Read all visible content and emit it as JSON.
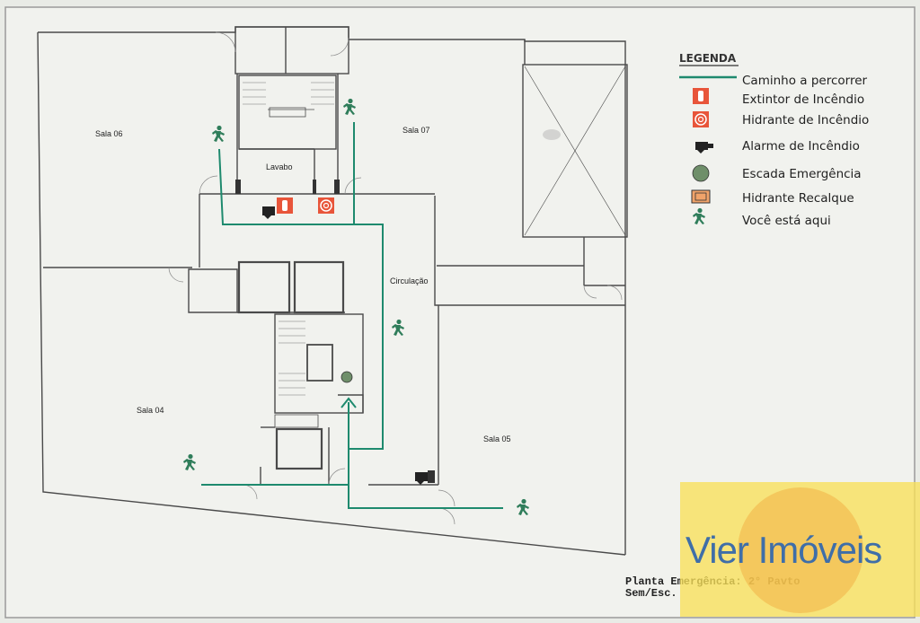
{
  "rooms": {
    "sala06": "Sala 06",
    "sala07": "Sala 07",
    "sala04": "Sala 04",
    "sala05": "Sala 05",
    "lavabo": "Lavabo",
    "circulacao": "Circulação"
  },
  "legend": {
    "title": "LEGENDA",
    "items": [
      {
        "label": "Caminho a percorrer",
        "icon": "route-line-icon"
      },
      {
        "label": "Extintor de Incêndio",
        "icon": "extinguisher-icon"
      },
      {
        "label": "Hidrante de Incêndio",
        "icon": "hydrant-icon"
      },
      {
        "label": "Alarme de Incêndio",
        "icon": "alarm-icon"
      },
      {
        "label": "Escada Emergência",
        "icon": "emergency-stair-icon"
      },
      {
        "label": "Hidrante Recalque",
        "icon": "hydrant-recalque-icon"
      },
      {
        "label": "Você está aqui",
        "icon": "you-are-here-icon"
      }
    ]
  },
  "plan": {
    "title_line1": "Planta Emergência: 2° Pavto",
    "title_line2": "Sem/Esc."
  },
  "watermark": {
    "brand": "Vier Imóveis"
  },
  "colors": {
    "route": "#1e8a6e",
    "wall": "#4a4a4a",
    "extinguisher": "#e8553a",
    "figure": "#2f7d5a",
    "stair_dot": "#6f8f6a",
    "watermark_bg": "#f8e05a",
    "watermark_text": "#3f6ea8"
  }
}
